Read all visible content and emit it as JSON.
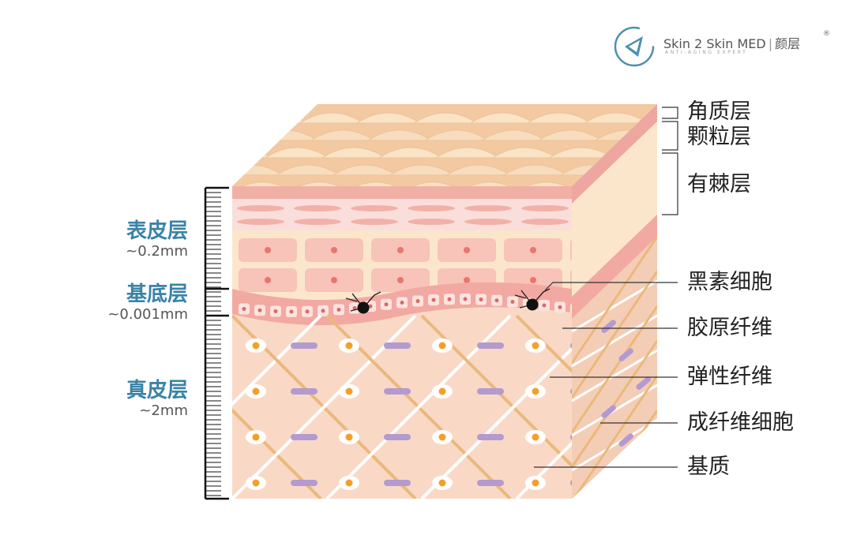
{
  "brand": {
    "name": "Skin 2 Skin MED",
    "cn_name": "颜层",
    "reg_mark": "®",
    "tagline": "ANTI-AGING EXPERT"
  },
  "left_labels": [
    {
      "title": "表皮层",
      "subtitle": "~0.2mm"
    },
    {
      "title": "基底层",
      "subtitle": "~0.001mm"
    },
    {
      "title": "真皮层",
      "subtitle": "~2mm"
    }
  ],
  "right_labels": [
    "角质层",
    "颗粒层",
    "有棘层",
    "黑素细胞",
    "胶原纤维",
    "弹性纤维",
    "成纤维细胞",
    "基质"
  ],
  "colors": {
    "accent": "#3a83a6",
    "stratum_corneum": "#f7d7b4",
    "granular": "#f2b1a8",
    "spinous": "#fbe6cc",
    "basal": "#f1a9a2",
    "dermis": "#f9d9c6",
    "collagen": "#eab97b",
    "elastin": "#b39bd0",
    "fibroblast_nucleus": "#f3a02b",
    "melanocyte": "#111111"
  }
}
